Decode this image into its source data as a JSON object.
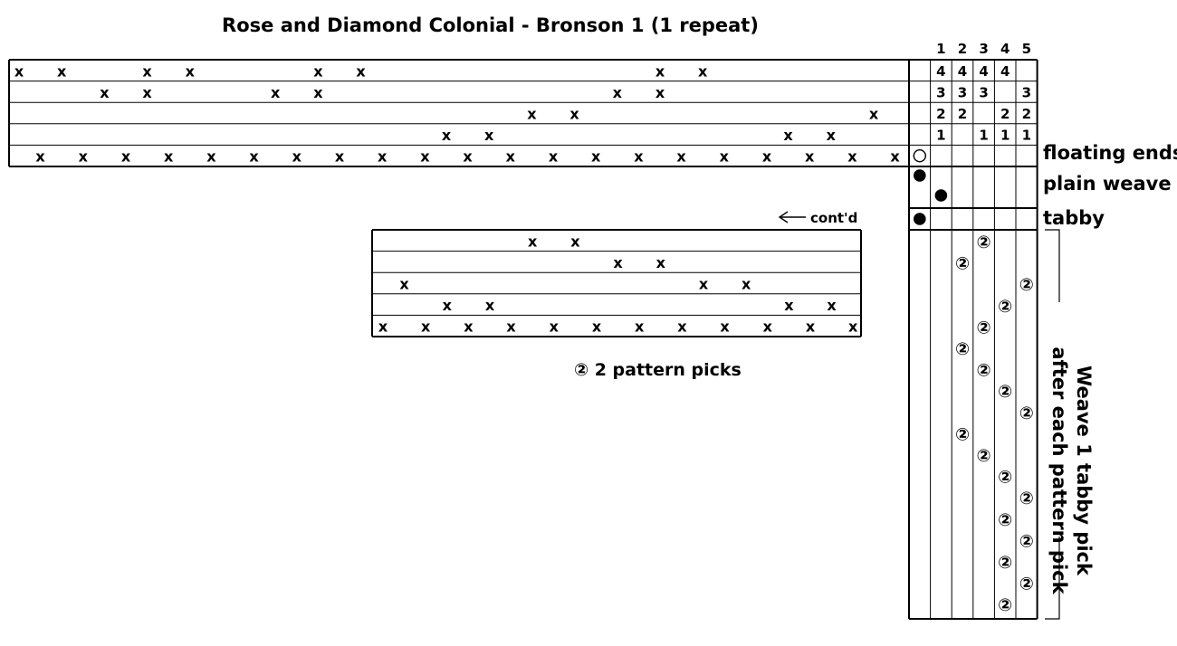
{
  "title": "Rose and Diamond Colonial - Bronson 1 (1 repeat)",
  "shaft_numbers": [
    "1",
    "2",
    "3",
    "4",
    "5"
  ],
  "mark_symbol": "x",
  "threading": {
    "rows": [
      {
        "cols": [
          0,
          2,
          6,
          8,
          14,
          16,
          30,
          32
        ]
      },
      {
        "cols": [
          4,
          6,
          12,
          14,
          28,
          30
        ]
      },
      {
        "cols": [
          24,
          26,
          40
        ]
      },
      {
        "cols": [
          20,
          22,
          36,
          38
        ]
      },
      {
        "cols": [
          1,
          3,
          5,
          7,
          9,
          11,
          13,
          15,
          17,
          19,
          21,
          23,
          25,
          27,
          29,
          31,
          33,
          35,
          37,
          39,
          41
        ]
      }
    ]
  },
  "continuation": {
    "label": "cont'd",
    "rows": [
      {
        "cols": [
          7,
          9
        ]
      },
      {
        "cols": [
          11,
          13
        ]
      },
      {
        "cols": [
          1,
          15,
          17
        ]
      },
      {
        "cols": [
          3,
          5,
          19,
          21
        ]
      },
      {
        "cols": [
          0,
          2,
          4,
          6,
          8,
          10,
          12,
          14,
          16,
          18,
          20,
          22
        ]
      }
    ]
  },
  "tieup": {
    "rows": [
      [
        "4",
        "4",
        "4",
        "4",
        ""
      ],
      [
        "3",
        "3",
        "3",
        "",
        "3"
      ],
      [
        "2",
        "2",
        "",
        "2",
        "2"
      ],
      [
        "1",
        "",
        "1",
        "1",
        "1"
      ]
    ]
  },
  "floating_ends": {
    "label": "floating ends",
    "symbol": "○",
    "col": 0
  },
  "plain_weave": {
    "label": "plain weave",
    "symbol": "●",
    "cols": [
      0,
      1
    ]
  },
  "tabby": {
    "label": "tabby",
    "symbol": "●",
    "col": 0
  },
  "treadling": {
    "symbol": "②",
    "cols": [
      3,
      2,
      5,
      4,
      3,
      2,
      3,
      4,
      5,
      2,
      3,
      4,
      5,
      4,
      5,
      4,
      5,
      4
    ]
  },
  "legend": {
    "symbol": "②",
    "label": "2 pattern picks"
  },
  "note": {
    "line1": "Weave 1 tabby pick",
    "line2": "after each pattern pick"
  }
}
